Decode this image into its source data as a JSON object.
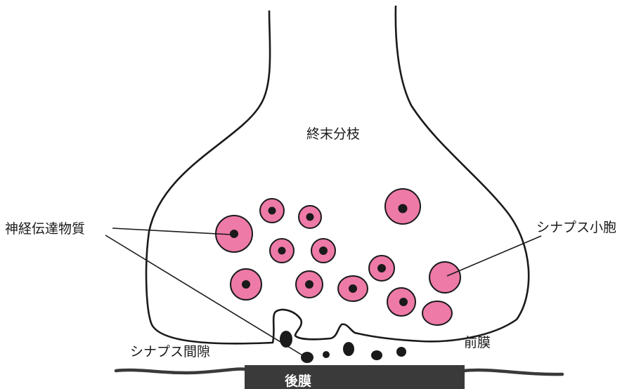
{
  "labels": {
    "terminal": "終末分枝",
    "neurotransmitter": "神経伝達物質",
    "vesicle": "シナプス小胞",
    "presynaptic": "前膜",
    "cleft": "シナプス間隙",
    "postsynaptic": "後膜"
  },
  "colors": {
    "vesicle_fill": "#ee7aa8",
    "outline": "#1a1a1a",
    "postsynaptic_bar": "#3a3a3a"
  }
}
